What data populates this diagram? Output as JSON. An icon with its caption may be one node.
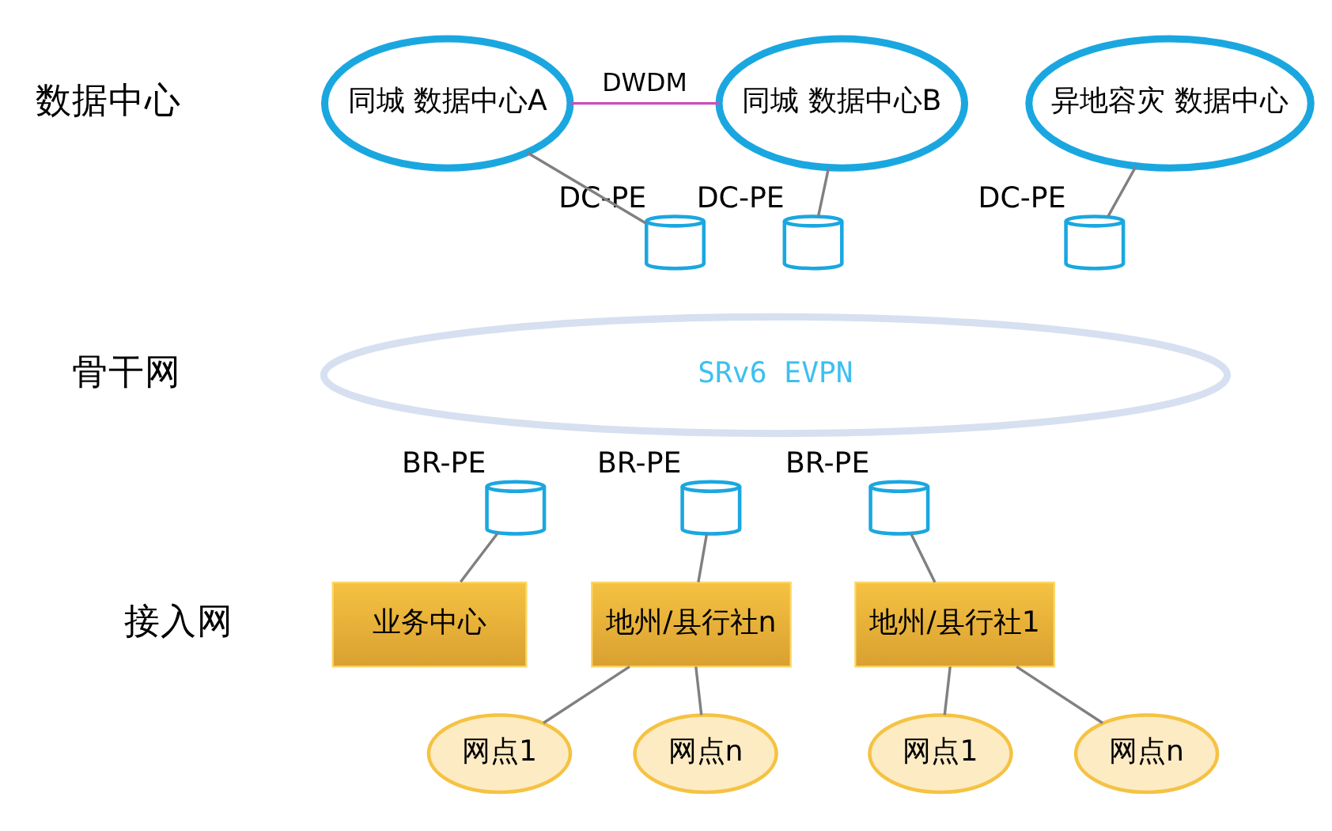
{
  "diagram": {
    "nodes": [
      {
        "text": [
          "同城 数据中心A"
        ]
      },
      {
        "text": [
          "同城 数据中心B"
        ]
      },
      {
        "text": [
          "异地容灾 数据中心"
        ]
      },
      {
        "text": [
          "SRv6 EVPN"
        ]
      },
      {
        "text": [],
        "shape": "cylinder",
        "beside": [
          "DC-PE"
        ]
      },
      {
        "text": [],
        "shape": "cylinder",
        "beside": [
          "DC-PE"
        ]
      },
      {
        "text": [],
        "shape": "cylinder",
        "beside": [
          "DC-PE"
        ]
      },
      {
        "text": [],
        "shape": "cylinder",
        "beside": [
          "BR-PE"
        ]
      },
      {
        "text": [],
        "shape": "cylinder",
        "beside": [
          "BR-PE"
        ]
      },
      {
        "text": [],
        "shape": "cylinder",
        "beside": [
          "BR-PE"
        ]
      },
      {
        "text": [
          "地州/县行社1"
        ]
      },
      {
        "text": [
          "业务中心"
        ]
      },
      {
        "text": [
          "地州/县行社n"
        ]
      },
      {
        "text": [
          "网点1"
        ]
      },
      {
        "text": [
          "网点n"
        ]
      },
      {
        "text": [
          "网点1"
        ]
      },
      {
        "text": [
          "网点n"
        ]
      }
    ],
    "edges": [
      {
        "from": 0,
        "to": 1,
        "arrow": "none",
        "label": "DWDM",
        "color": "#c850c0"
      },
      {
        "from": 0,
        "to": 4,
        "arrow": "none"
      },
      {
        "from": 1,
        "to": 5,
        "arrow": "none"
      },
      {
        "from": 2,
        "to": 6,
        "arrow": "none"
      },
      {
        "from": 7,
        "to": 10,
        "arrow": "none"
      },
      {
        "from": 8,
        "to": 11,
        "arrow": "none"
      },
      {
        "from": 9,
        "to": 12,
        "arrow": "none"
      },
      {
        "from": 10,
        "to": 13,
        "arrow": "none"
      },
      {
        "from": 10,
        "to": 14,
        "arrow": "none"
      },
      {
        "from": 12,
        "to": 15,
        "arrow": "none"
      },
      {
        "from": 12,
        "to": 16,
        "arrow": "none"
      }
    ],
    "labels": [
      "数据中心",
      "骨干网",
      "接入网"
    ]
  }
}
